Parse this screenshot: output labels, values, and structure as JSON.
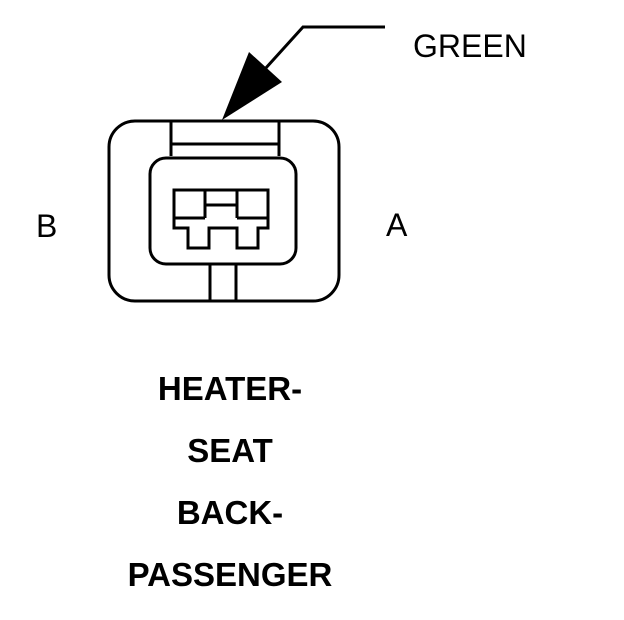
{
  "wire_color_label": "GREEN",
  "pins": {
    "left": "B",
    "right": "A"
  },
  "component_name": {
    "line1": "HEATER-",
    "line2": "SEAT",
    "line3": "BACK-",
    "line4": "PASSENGER"
  },
  "colors": {
    "ink": "#000000",
    "background": "#ffffff"
  }
}
